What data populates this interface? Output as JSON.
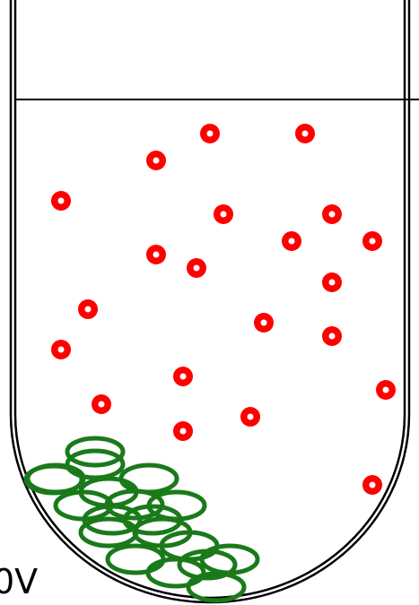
{
  "diagram": {
    "side_label": "0V",
    "colors": {
      "outline": "#000000",
      "particle": "#ff0000",
      "particle_center": "#ffffff",
      "sediment": "#1a7a1a",
      "background": "#ffffff"
    },
    "particle_count": 21,
    "sediment_ring_count": 19
  }
}
